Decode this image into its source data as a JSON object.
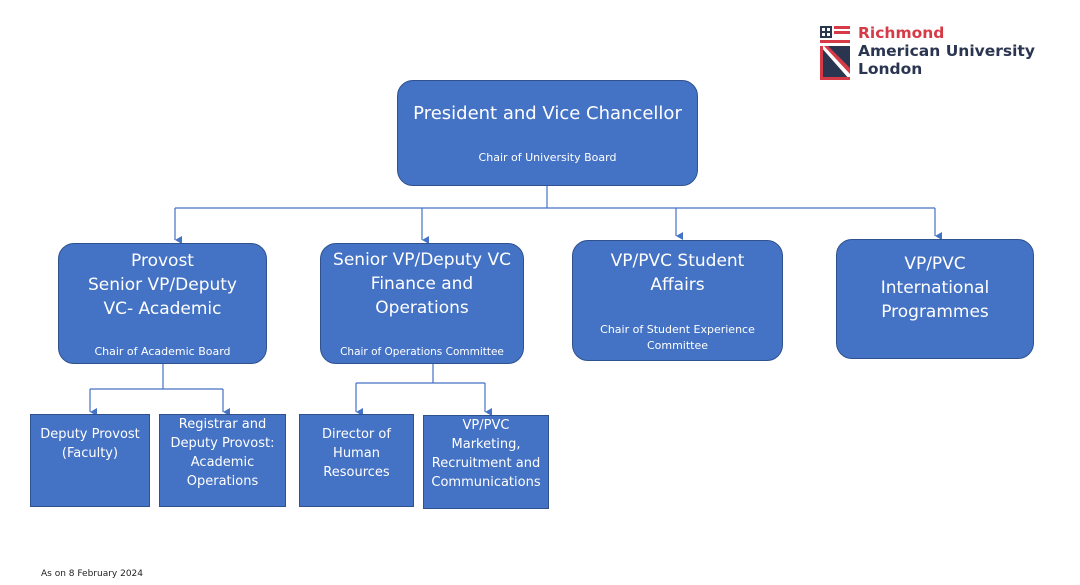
{
  "logo": {
    "line1": "Richmond",
    "line2": "American University",
    "line3": "London",
    "colors": {
      "red": "#d63a46",
      "navy": "#2a3550"
    }
  },
  "colors": {
    "node_fill": "#4472c4",
    "node_border": "#2f528f",
    "connector": "#4472c4"
  },
  "nodes": {
    "president": {
      "title": "President and Vice Chancellor",
      "subtitle": "Chair of University Board"
    },
    "provost": {
      "title_lines": [
        "Provost",
        "Senior VP/Deputy",
        "VC- Academic"
      ],
      "subtitle": "Chair of Academic Board"
    },
    "finance": {
      "title_lines": [
        "Senior VP/Deputy VC",
        "Finance and",
        "Operations"
      ],
      "subtitle": "Chair of Operations Committee"
    },
    "student": {
      "title_lines": [
        "VP/PVC Student",
        "Affairs"
      ],
      "subtitle_lines": [
        "Chair of Student Experience",
        "Committee"
      ]
    },
    "international": {
      "title_lines": [
        "VP/PVC",
        "International",
        "Programmes"
      ]
    },
    "deputy_provost": {
      "lines": [
        "Deputy Provost",
        "(Faculty)"
      ]
    },
    "registrar": {
      "lines": [
        "Registrar and",
        "Deputy Provost:",
        "Academic",
        "Operations"
      ]
    },
    "hr": {
      "lines": [
        "Director of",
        "Human",
        "Resources"
      ]
    },
    "marketing": {
      "lines": [
        "VP/PVC",
        "Marketing,",
        "Recruitment and",
        "Communications"
      ]
    }
  },
  "footer": "As on 8 February 2024"
}
